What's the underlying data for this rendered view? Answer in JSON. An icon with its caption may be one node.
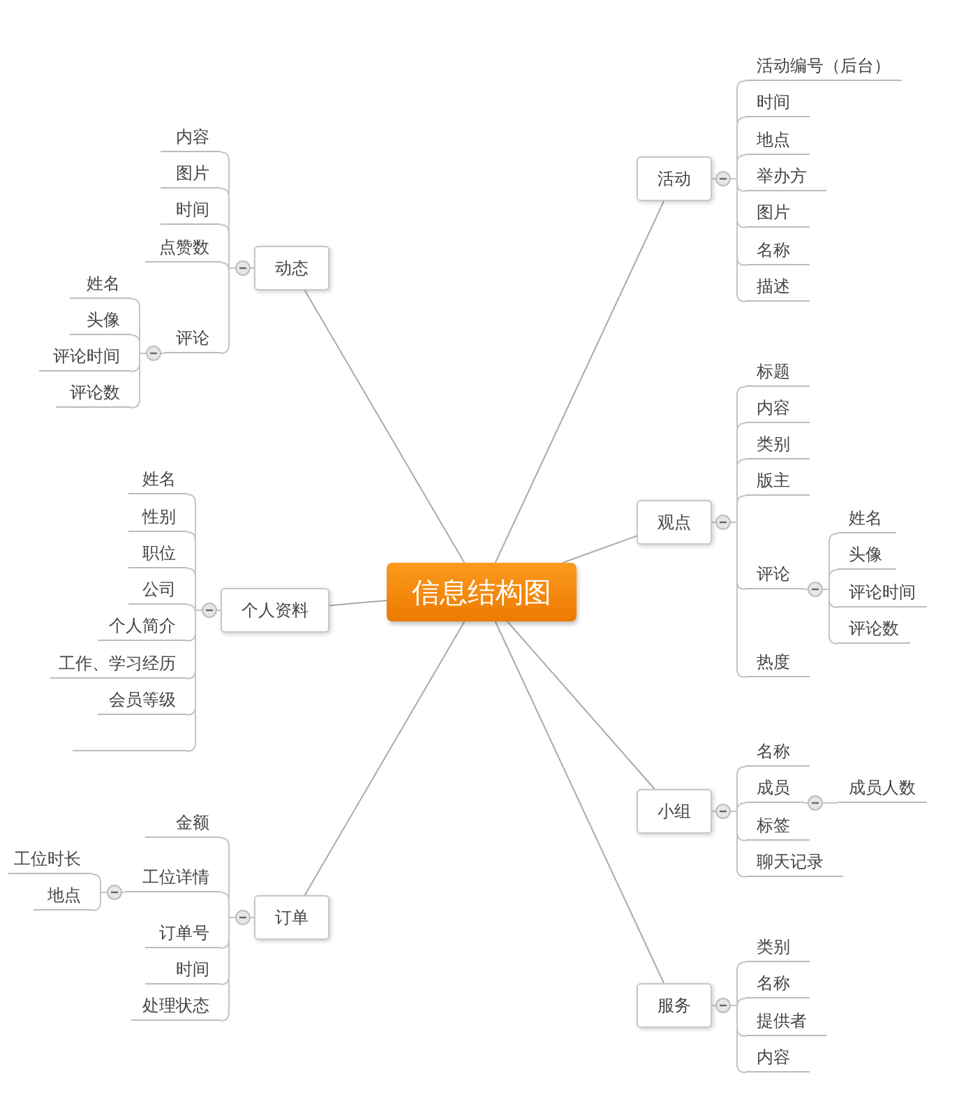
{
  "diagram": {
    "nodes": [
      {
        "text": [
          "信息结构图"
        ]
      },
      {
        "text": [
          "动态"
        ]
      },
      {
        "text": [
          "内容"
        ]
      },
      {
        "text": [
          "图片"
        ]
      },
      {
        "text": [
          "时间"
        ]
      },
      {
        "text": [
          "点赞数"
        ]
      },
      {
        "text": [
          "评论"
        ]
      },
      {
        "text": [
          "姓名"
        ]
      },
      {
        "text": [
          "头像"
        ]
      },
      {
        "text": [
          "评论时间"
        ]
      },
      {
        "text": [
          "评论数"
        ]
      },
      {
        "text": [
          "个人资料"
        ]
      },
      {
        "text": [
          "姓名"
        ]
      },
      {
        "text": [
          "性别"
        ]
      },
      {
        "text": [
          "职位"
        ]
      },
      {
        "text": [
          "公司"
        ]
      },
      {
        "text": [
          "个人简介"
        ]
      },
      {
        "text": [
          "工作、学习经历"
        ]
      },
      {
        "text": [
          "会员等级"
        ]
      },
      {
        "text": [],
        "shape": "line"
      },
      {
        "text": [
          "订单"
        ]
      },
      {
        "text": [
          "金额"
        ]
      },
      {
        "text": [
          "工位详情"
        ]
      },
      {
        "text": [
          "工位时长"
        ]
      },
      {
        "text": [
          "地点"
        ]
      },
      {
        "text": [
          "订单号"
        ]
      },
      {
        "text": [
          "时间"
        ]
      },
      {
        "text": [
          "处理状态"
        ]
      },
      {
        "text": [
          "活动"
        ]
      },
      {
        "text": [
          "活动编号（后台）"
        ]
      },
      {
        "text": [
          "时间"
        ]
      },
      {
        "text": [
          "地点"
        ]
      },
      {
        "text": [
          "举办方"
        ]
      },
      {
        "text": [
          "图片"
        ]
      },
      {
        "text": [
          "名称"
        ]
      },
      {
        "text": [
          "描述"
        ]
      },
      {
        "text": [
          "观点"
        ]
      },
      {
        "text": [
          "标题"
        ]
      },
      {
        "text": [
          "内容"
        ]
      },
      {
        "text": [
          "类别"
        ]
      },
      {
        "text": [
          "版主"
        ]
      },
      {
        "text": [
          "评论"
        ]
      },
      {
        "text": [
          "姓名"
        ]
      },
      {
        "text": [
          "头像"
        ]
      },
      {
        "text": [
          "评论时间"
        ]
      },
      {
        "text": [
          "评论数"
        ]
      },
      {
        "text": [
          "热度"
        ]
      },
      {
        "text": [
          "小组"
        ]
      },
      {
        "text": [
          "名称"
        ]
      },
      {
        "text": [
          "成员"
        ]
      },
      {
        "text": [
          "成员人数"
        ]
      },
      {
        "text": [
          "标签"
        ]
      },
      {
        "text": [
          "聊天记录"
        ]
      },
      {
        "text": [
          "服务"
        ]
      },
      {
        "text": [
          "类别"
        ]
      },
      {
        "text": [
          "名称"
        ]
      },
      {
        "text": [
          "提供者"
        ]
      },
      {
        "text": [
          "内容"
        ]
      }
    ],
    "edges": [
      {
        "from": 0,
        "to": 1,
        "arrow": "none"
      },
      {
        "from": 1,
        "to": 2,
        "arrow": "none"
      },
      {
        "from": 1,
        "to": 3,
        "arrow": "none"
      },
      {
        "from": 1,
        "to": 4,
        "arrow": "none"
      },
      {
        "from": 1,
        "to": 5,
        "arrow": "none"
      },
      {
        "from": 1,
        "to": 6,
        "arrow": "none"
      },
      {
        "from": 6,
        "to": 7,
        "arrow": "none"
      },
      {
        "from": 6,
        "to": 8,
        "arrow": "none"
      },
      {
        "from": 6,
        "to": 9,
        "arrow": "none"
      },
      {
        "from": 6,
        "to": 10,
        "arrow": "none"
      },
      {
        "from": 0,
        "to": 11,
        "arrow": "none"
      },
      {
        "from": 11,
        "to": 12,
        "arrow": "none"
      },
      {
        "from": 11,
        "to": 13,
        "arrow": "none"
      },
      {
        "from": 11,
        "to": 14,
        "arrow": "none"
      },
      {
        "from": 11,
        "to": 15,
        "arrow": "none"
      },
      {
        "from": 11,
        "to": 16,
        "arrow": "none"
      },
      {
        "from": 11,
        "to": 17,
        "arrow": "none"
      },
      {
        "from": 11,
        "to": 18,
        "arrow": "none"
      },
      {
        "from": 11,
        "to": 19,
        "arrow": "none"
      },
      {
        "from": 0,
        "to": 20,
        "arrow": "none"
      },
      {
        "from": 20,
        "to": 21,
        "arrow": "none"
      },
      {
        "from": 20,
        "to": 22,
        "arrow": "none"
      },
      {
        "from": 22,
        "to": 23,
        "arrow": "none"
      },
      {
        "from": 22,
        "to": 24,
        "arrow": "none"
      },
      {
        "from": 20,
        "to": 25,
        "arrow": "none"
      },
      {
        "from": 20,
        "to": 26,
        "arrow": "none"
      },
      {
        "from": 20,
        "to": 27,
        "arrow": "none"
      },
      {
        "from": 0,
        "to": 28,
        "arrow": "none"
      },
      {
        "from": 28,
        "to": 29,
        "arrow": "none"
      },
      {
        "from": 28,
        "to": 30,
        "arrow": "none"
      },
      {
        "from": 28,
        "to": 31,
        "arrow": "none"
      },
      {
        "from": 28,
        "to": 32,
        "arrow": "none"
      },
      {
        "from": 28,
        "to": 33,
        "arrow": "none"
      },
      {
        "from": 28,
        "to": 34,
        "arrow": "none"
      },
      {
        "from": 28,
        "to": 35,
        "arrow": "none"
      },
      {
        "from": 0,
        "to": 36,
        "arrow": "none"
      },
      {
        "from": 36,
        "to": 37,
        "arrow": "none"
      },
      {
        "from": 36,
        "to": 38,
        "arrow": "none"
      },
      {
        "from": 36,
        "to": 39,
        "arrow": "none"
      },
      {
        "from": 36,
        "to": 40,
        "arrow": "none"
      },
      {
        "from": 36,
        "to": 41,
        "arrow": "none"
      },
      {
        "from": 41,
        "to": 42,
        "arrow": "none"
      },
      {
        "from": 41,
        "to": 43,
        "arrow": "none"
      },
      {
        "from": 41,
        "to": 44,
        "arrow": "none"
      },
      {
        "from": 41,
        "to": 45,
        "arrow": "none"
      },
      {
        "from": 36,
        "to": 46,
        "arrow": "none"
      },
      {
        "from": 0,
        "to": 47,
        "arrow": "none"
      },
      {
        "from": 47,
        "to": 48,
        "arrow": "none"
      },
      {
        "from": 47,
        "to": 49,
        "arrow": "none"
      },
      {
        "from": 49,
        "to": 50,
        "arrow": "none"
      },
      {
        "from": 47,
        "to": 51,
        "arrow": "none"
      },
      {
        "from": 47,
        "to": 52,
        "arrow": "none"
      },
      {
        "from": 0,
        "to": 53,
        "arrow": "none"
      },
      {
        "from": 53,
        "to": 54,
        "arrow": "none"
      },
      {
        "from": 53,
        "to": 55,
        "arrow": "none"
      },
      {
        "from": 53,
        "to": 56,
        "arrow": "none"
      },
      {
        "from": 53,
        "to": 57,
        "arrow": "none"
      }
    ]
  }
}
